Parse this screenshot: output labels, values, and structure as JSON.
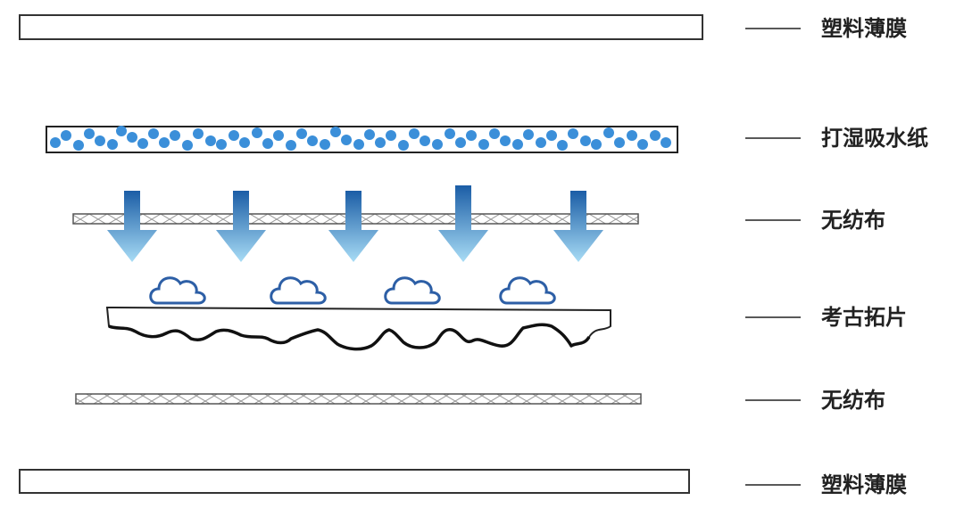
{
  "layers": [
    {
      "id": "film-top",
      "label": "塑料薄膜"
    },
    {
      "id": "wet-paper",
      "label": "打湿吸水纸"
    },
    {
      "id": "nonwoven-top",
      "label": "无纺布"
    },
    {
      "id": "rubbing",
      "label": "考古拓片"
    },
    {
      "id": "nonwoven-bottom",
      "label": "无纺布"
    },
    {
      "id": "film-bottom",
      "label": "塑料薄膜"
    }
  ],
  "colors": {
    "outline": "#333333",
    "water_dot": "#3b8fd9",
    "arrow_top": "#1b5da6",
    "arrow_bottom": "#9fd4f2",
    "cloud": "#2d5fa6",
    "label": "#222222"
  },
  "icons": {
    "arrow": "down-arrow-icon",
    "cloud": "cloud-icon",
    "water_dot": "water-dot"
  }
}
